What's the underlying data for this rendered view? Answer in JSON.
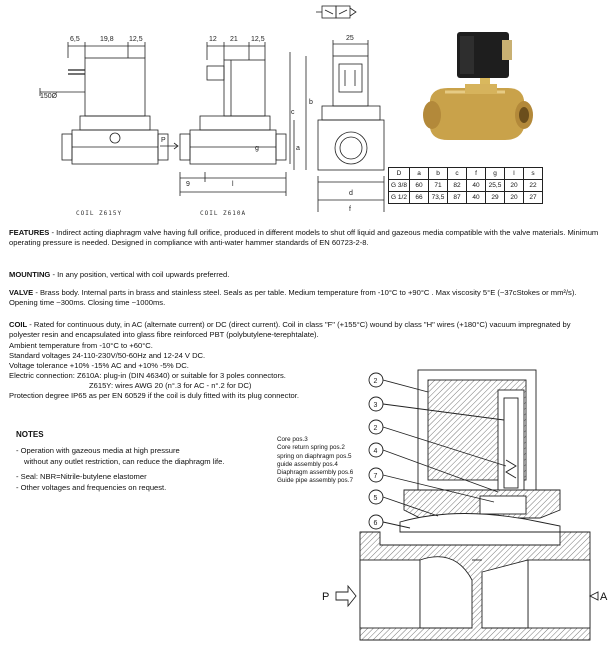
{
  "dimensions_side": [
    "6,5",
    "19,8",
    "12,5",
    "150Ø"
  ],
  "dimensions_side2": [
    "12",
    "21",
    "12,5",
    "9",
    "l"
  ],
  "dimension_front": "25",
  "dimension_letters": [
    "c",
    "b",
    "a",
    "d",
    "f",
    "g",
    "P",
    "A"
  ],
  "coil_captions": [
    "COIL Z615Y",
    "COIL Z610A"
  ],
  "spec_table": {
    "headers": [
      "D",
      "a",
      "b",
      "c",
      "f",
      "g",
      "l",
      "s"
    ],
    "rows": [
      [
        "G 3/8",
        "60",
        "71",
        "82",
        "40",
        "25,5",
        "20",
        "22"
      ],
      [
        "G 1/2",
        "66",
        "73,5",
        "87",
        "40",
        "29",
        "20",
        "27"
      ]
    ]
  },
  "features": {
    "heading": "FEATURES",
    "text": " - Indirect acting diaphragm valve having full orifice, produced in different models to shut off liquid and gazeous media compatible with the valve materials. Minimum operating pressure is needed. Designed in compliance with anti-water hammer standards of EN 60723-2-8."
  },
  "mounting": {
    "heading": "MOUNTING",
    "text": " - In any position, vertical with coil upwards preferred."
  },
  "valve": {
    "heading": "VALVE",
    "text": " - Brass body. Internal parts in brass and stainless steel. Seals as per table. Medium temperature from -10°C to +90°C . Max viscosity 5°E (~37cStokes or mm²/s). Opening time ~300ms.  Closing time ~1000ms."
  },
  "coil": {
    "heading": "COIL",
    "text": " - Rated for continuous duty, in AC (alternate current) or DC (direct current). Coil in class \"F\" (+155°C) wound by class \"H\" wires (+180°C) vacuum impregnated by polyester resin and encapsulated into glass fibre reinforced PBT (polybutylene-terephtalate).",
    "lines": [
      "Ambient temperature from -10°C to +60°C.",
      "Standard voltages 24-110-230V/50-60Hz  and 12-24 V DC.",
      "Voltage tolerance +10% -15% AC and +10% -5% DC.",
      "Electric connection: Z610A: plug-in (DIN 46340) or suitable for 3 poles connectors.",
      "Z615Y: wires AWG 20 (n°.3 for AC - n°.2 for DC)",
      "Protection degree IP65 as per EN 60529 if the coil is duly fitted with its plug connector."
    ]
  },
  "notes": {
    "title": "NOTES",
    "items": [
      "- Operation with gazeous media at high pressure",
      "without any outlet restriction, can reduce the diaphragm life.",
      "- Seal:    NBR=Nitrile-butylene elastomer",
      "- Other voltages   and frequencies on request."
    ]
  },
  "callouts": [
    "Core pos.3",
    "Core return spring pos.2",
    "spring on diaphragm pos.5",
    "guide assembly pos.4",
    "Diaphragm assembly pos.6",
    "Guide pipe assembly pos.7"
  ],
  "section_numbers": [
    "2",
    "3",
    "2",
    "4",
    "7",
    "5",
    "6"
  ],
  "flow_labels": {
    "inlet": "P",
    "outlet": "A"
  },
  "colors": {
    "brass": "#c9a24a",
    "coil": "#1e1e1e",
    "line": "#222222",
    "hatch": "#555555"
  }
}
